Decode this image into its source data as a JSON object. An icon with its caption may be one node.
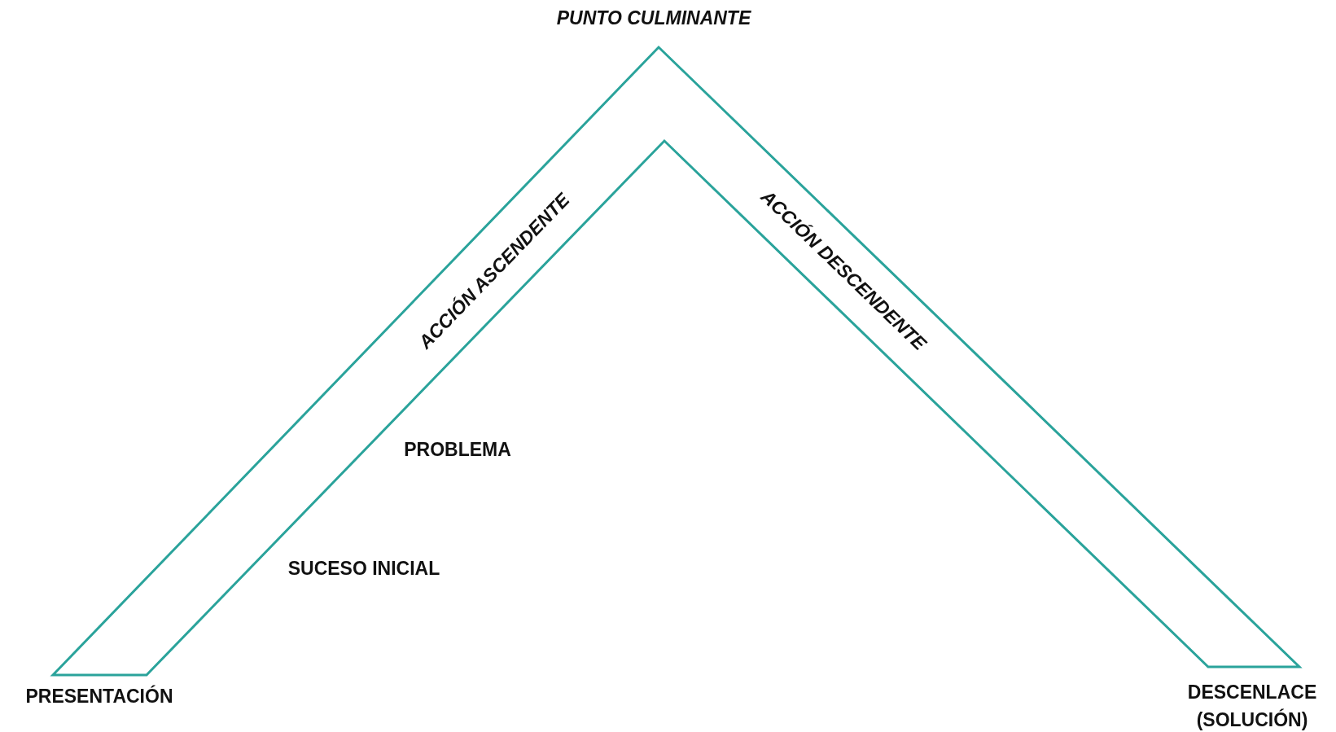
{
  "diagram": {
    "nodes": [
      {
        "text": [
          "ACCIÓN ASCENDENTE",
          "ACCIÓN DESCENDENTE"
        ]
      }
    ],
    "labels": [
      "PUNTO CULMINANTE",
      "PROBLEMA",
      "SUCESO INICIAL",
      "PRESENTACIÓN",
      "DESCENLACE (SOLUCIÓN)"
    ]
  }
}
